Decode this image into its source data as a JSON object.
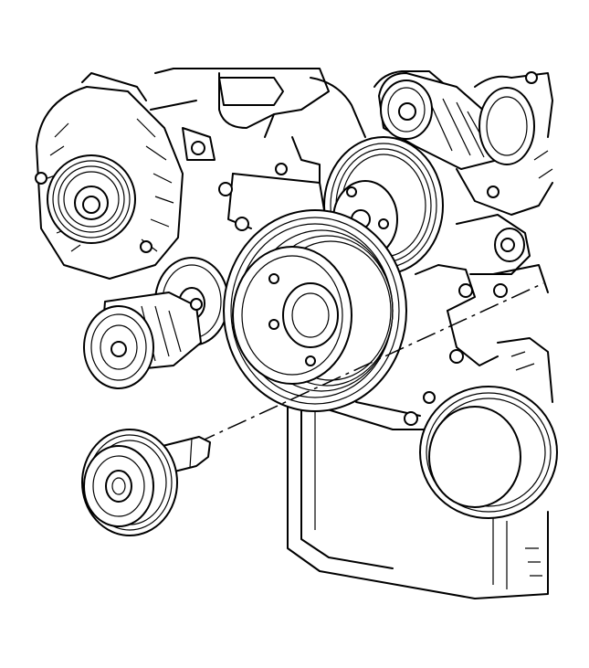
{
  "figure": {
    "kind": "line-drawing",
    "colors": {
      "background": "#ffffff",
      "ink": "#000000"
    },
    "parts": [
      {
        "id": "generator",
        "icon": "alternator-icon"
      },
      {
        "id": "crankshaft-balancer",
        "icon": "pulley-icon"
      },
      {
        "id": "idler-pulley-upper",
        "icon": "pulley-icon"
      },
      {
        "id": "idler-pulley-removed",
        "icon": "pulley-icon"
      },
      {
        "id": "belt-tensioner",
        "icon": "tensioner-icon"
      },
      {
        "id": "water-pump-pulley",
        "icon": "pulley-icon"
      },
      {
        "id": "ac-compressor",
        "icon": "compressor-icon"
      },
      {
        "id": "power-steering-pump",
        "icon": "pump-icon"
      }
    ]
  }
}
